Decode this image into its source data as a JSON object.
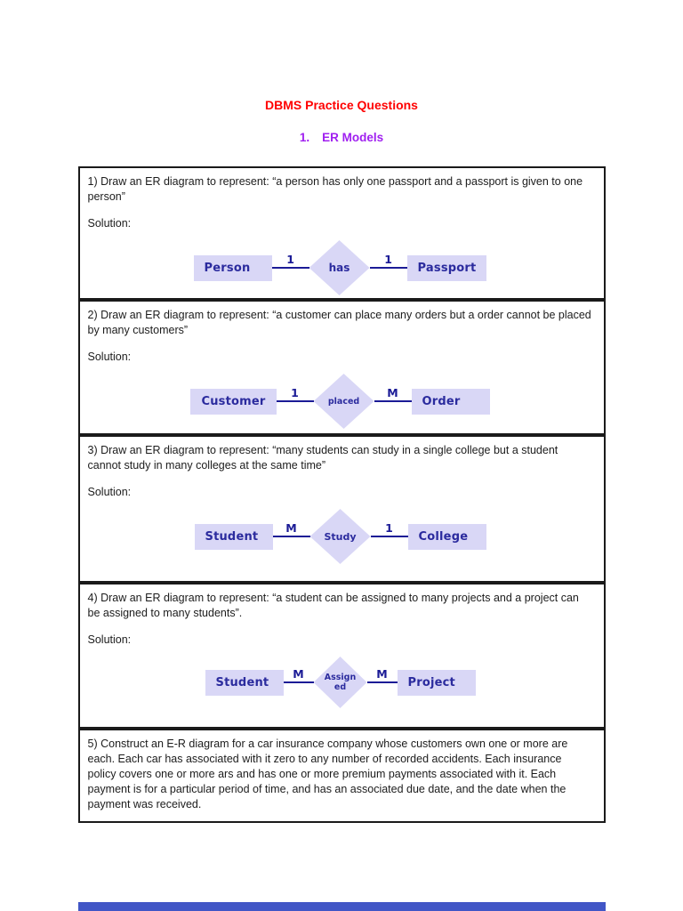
{
  "page": {
    "title": "DBMS Practice Questions",
    "section": {
      "number": "1.",
      "title": "ER Models"
    }
  },
  "questions": [
    {
      "text": "1) Draw an ER diagram to represent: “a person has only one passport and a passport is given to one person”",
      "solution_label": "Solution:",
      "diagram": {
        "left_entity": "Person",
        "left_cardinality": "1",
        "relationship": "has",
        "right_cardinality": "1",
        "right_entity": "Passport"
      }
    },
    {
      "text": "2) Draw an ER diagram to represent: “a customer can place many orders but a order cannot be placed by many customers”",
      "solution_label": "Solution:",
      "diagram": {
        "left_entity": "Customer",
        "left_cardinality": "1",
        "relationship": "placed",
        "right_cardinality": "M",
        "right_entity": "Order"
      }
    },
    {
      "text": "3) Draw an ER diagram to represent: “many students can study in a single college but a student cannot study in many colleges at the same time”",
      "solution_label": "Solution:",
      "diagram": {
        "left_entity": "Student",
        "left_cardinality": "M",
        "relationship": "Study",
        "right_cardinality": "1",
        "right_entity": "College"
      }
    },
    {
      "text": "4) Draw an ER diagram to represent: “a student can be assigned to many projects and a project can be assigned to many students”.",
      "solution_label": "Solution:",
      "diagram": {
        "left_entity": "Student",
        "left_cardinality": "M",
        "relationship": "Assign ed",
        "right_cardinality": "M",
        "right_entity": "Project"
      }
    },
    {
      "text": "5) Construct an E-R diagram for a car insurance company whose customers own one or more are each. Each car has associated with it zero to any number of recorded accidents. Each insurance policy covers one or more ars and has one or more premium payments associated with it. Each payment is for a particular period of time, and has an associated due date, and the date when the payment was received."
    }
  ],
  "colors": {
    "title_red": "#ff0000",
    "section_purple": "#a020f0",
    "entity_fill": "#d9d7f6",
    "diagram_ink": "#2b2b9e",
    "line_navy": "#1b1b96",
    "box_border": "#1a1a1a",
    "next_page_blue": "#4156c6"
  }
}
